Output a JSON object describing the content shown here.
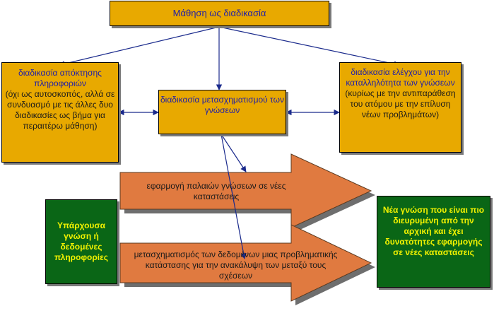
{
  "top": {
    "title": "Μάθηση ως διαδικασία"
  },
  "left": {
    "title": "διαδικασία απόκτησης πληροφοριών",
    "note": "(όχι ως αυτοσκοπός, αλλά σε συνδυασμό με τις άλλες δυο διαδικασίες ως βήμα για περαιτέρω μάθηση)"
  },
  "center": {
    "title": "διαδικασία μετασχηματισμού των γνώσεων"
  },
  "right": {
    "title": "διαδικασία ελέγχου για την καταλληλότητα των γνώσεων",
    "note": "(κυρίως με την αντιπαράθεση του ατόμου με την επίλυση νέων προβλημάτων)"
  },
  "existing": {
    "text": "Υπάρχουσα γνώση ή δεδομένες πληροφορίες"
  },
  "arrow1": {
    "text": "εφαρμογή παλαιών γνώσεων σε νέες καταστάσεις"
  },
  "arrow2": {
    "text": "μετασχηματισμός των δεδομένων μιας προβληματικής κατάστασης για την ανακάλυψη των μεταξύ τους σχέσεων"
  },
  "result": {
    "text": "Νέα γνώση που είναι πιο διευρυμένη από την αρχική και έχει δυνατότητες εφαρμογής σε νέες καταστάσεις"
  },
  "colors": {
    "gold_box": "#e8a900",
    "green_box": "#0a6616",
    "green_text": "#f2f200",
    "orange_arrow": "#e07a40",
    "connector": "#1a2a8c"
  }
}
